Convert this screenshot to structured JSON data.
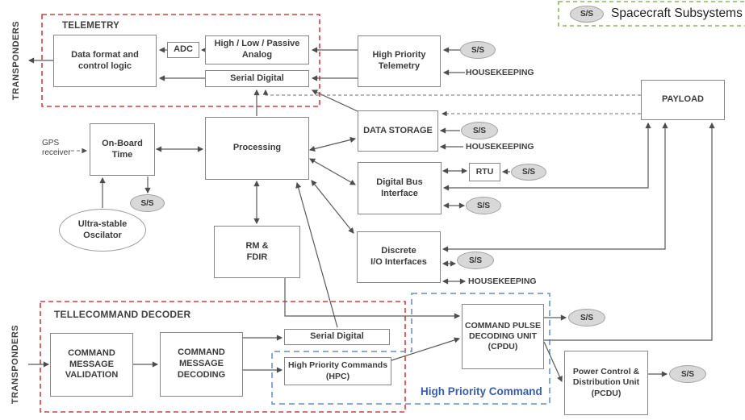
{
  "legend": {
    "badge": "S/S",
    "label": "Spacecraft Subsystems"
  },
  "badge": "S/S",
  "groups": {
    "telemetry": "TELEMETRY",
    "telecommand_decoder": "TELLECOMMAND DECODER",
    "high_priority_command": "High Priority Command"
  },
  "side_labels": {
    "transponders_top": "TRANSPONDERS",
    "transponders_bottom": "TRANSPONDERS",
    "housekeeping": "HOUSEKEEPING",
    "gps_receiver": "GPS\nreceiver"
  },
  "nodes": {
    "data_format": "Data format and\ncontrol logic",
    "adc": "ADC",
    "analog": "High / Low / Passive\nAnalog",
    "serial_digital_tlm": "Serial Digital",
    "high_priority_telemetry": "High Priority\nTelemetry",
    "payload": "PAYLOAD",
    "data_storage": "DATA STORAGE",
    "on_board_time": "On-Board\nTime",
    "processing": "Processing",
    "digital_bus_interface": "Digital Bus\nInterface",
    "rtu": "RTU",
    "ultra_stable_oscilator": "Ultra-stable\nOscilator",
    "rm_fdir": "RM &\nFDIR",
    "discrete_io": "Discrete\nI/O Interfaces",
    "command_message_validation": "COMMAND\nMESSAGE\nVALIDATION",
    "command_message_decoding": "COMMAND\nMESSAGE\nDECODING",
    "serial_digital_tc": "Serial Digital",
    "hpc": "High Priority Commands\n(HPC)",
    "cpdu": "COMMAND PULSE\nDECODING UNIT\n(CPDU)",
    "pcdu": "Power Control &\nDistribution Unit\n(PCDU)"
  }
}
